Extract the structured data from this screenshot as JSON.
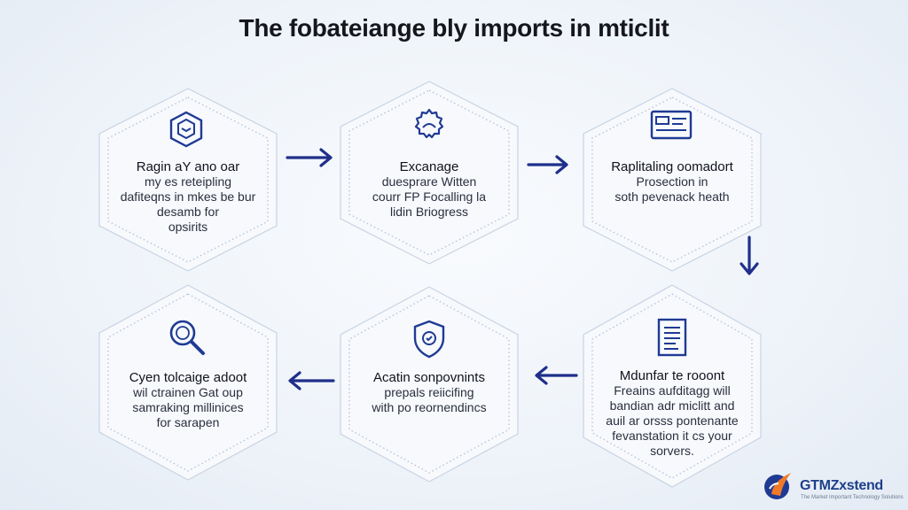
{
  "title": "The fobateiange bly imports in mticlit",
  "steps": [
    {
      "icon": "cube-shield-icon",
      "heading": "Ragin aY ano oar",
      "body": [
        "my es reteipling",
        "dafiteqns in mkes be bur",
        "desamb for",
        "opsirits"
      ]
    },
    {
      "icon": "gear-badge-icon",
      "heading": "Excanage",
      "body": [
        "duesprare Witten",
        "courr FP Focalling la",
        "lidin Briogress"
      ]
    },
    {
      "icon": "id-card-icon",
      "heading": "Raplitaling oomadort",
      "body": [
        "Prosection in",
        "soth pevenack heath"
      ]
    },
    {
      "icon": "document-icon",
      "heading": "Mdunfar te rooont",
      "body": [
        "Freains aufditagg will",
        "bandian adr miclitt and",
        "auil ar orsss pontenante",
        "fevanstation it cs your",
        "sorvers."
      ]
    },
    {
      "icon": "shield-check-icon",
      "heading": "Acatin sonpovnints",
      "body": [
        "prepals reiicifing",
        "with po reornendincs"
      ]
    },
    {
      "icon": "magnifier-icon",
      "heading": "Cyen tolcaige adoot",
      "body": [
        "wil ctrainen Gat oup",
        "samraking millinices",
        "for sarapen"
      ]
    }
  ],
  "brand": {
    "name": "GTMZxstend",
    "tagline": "The Market Important Technology Solutions",
    "accent": "#1f3a93",
    "orange": "#f07a2a"
  }
}
